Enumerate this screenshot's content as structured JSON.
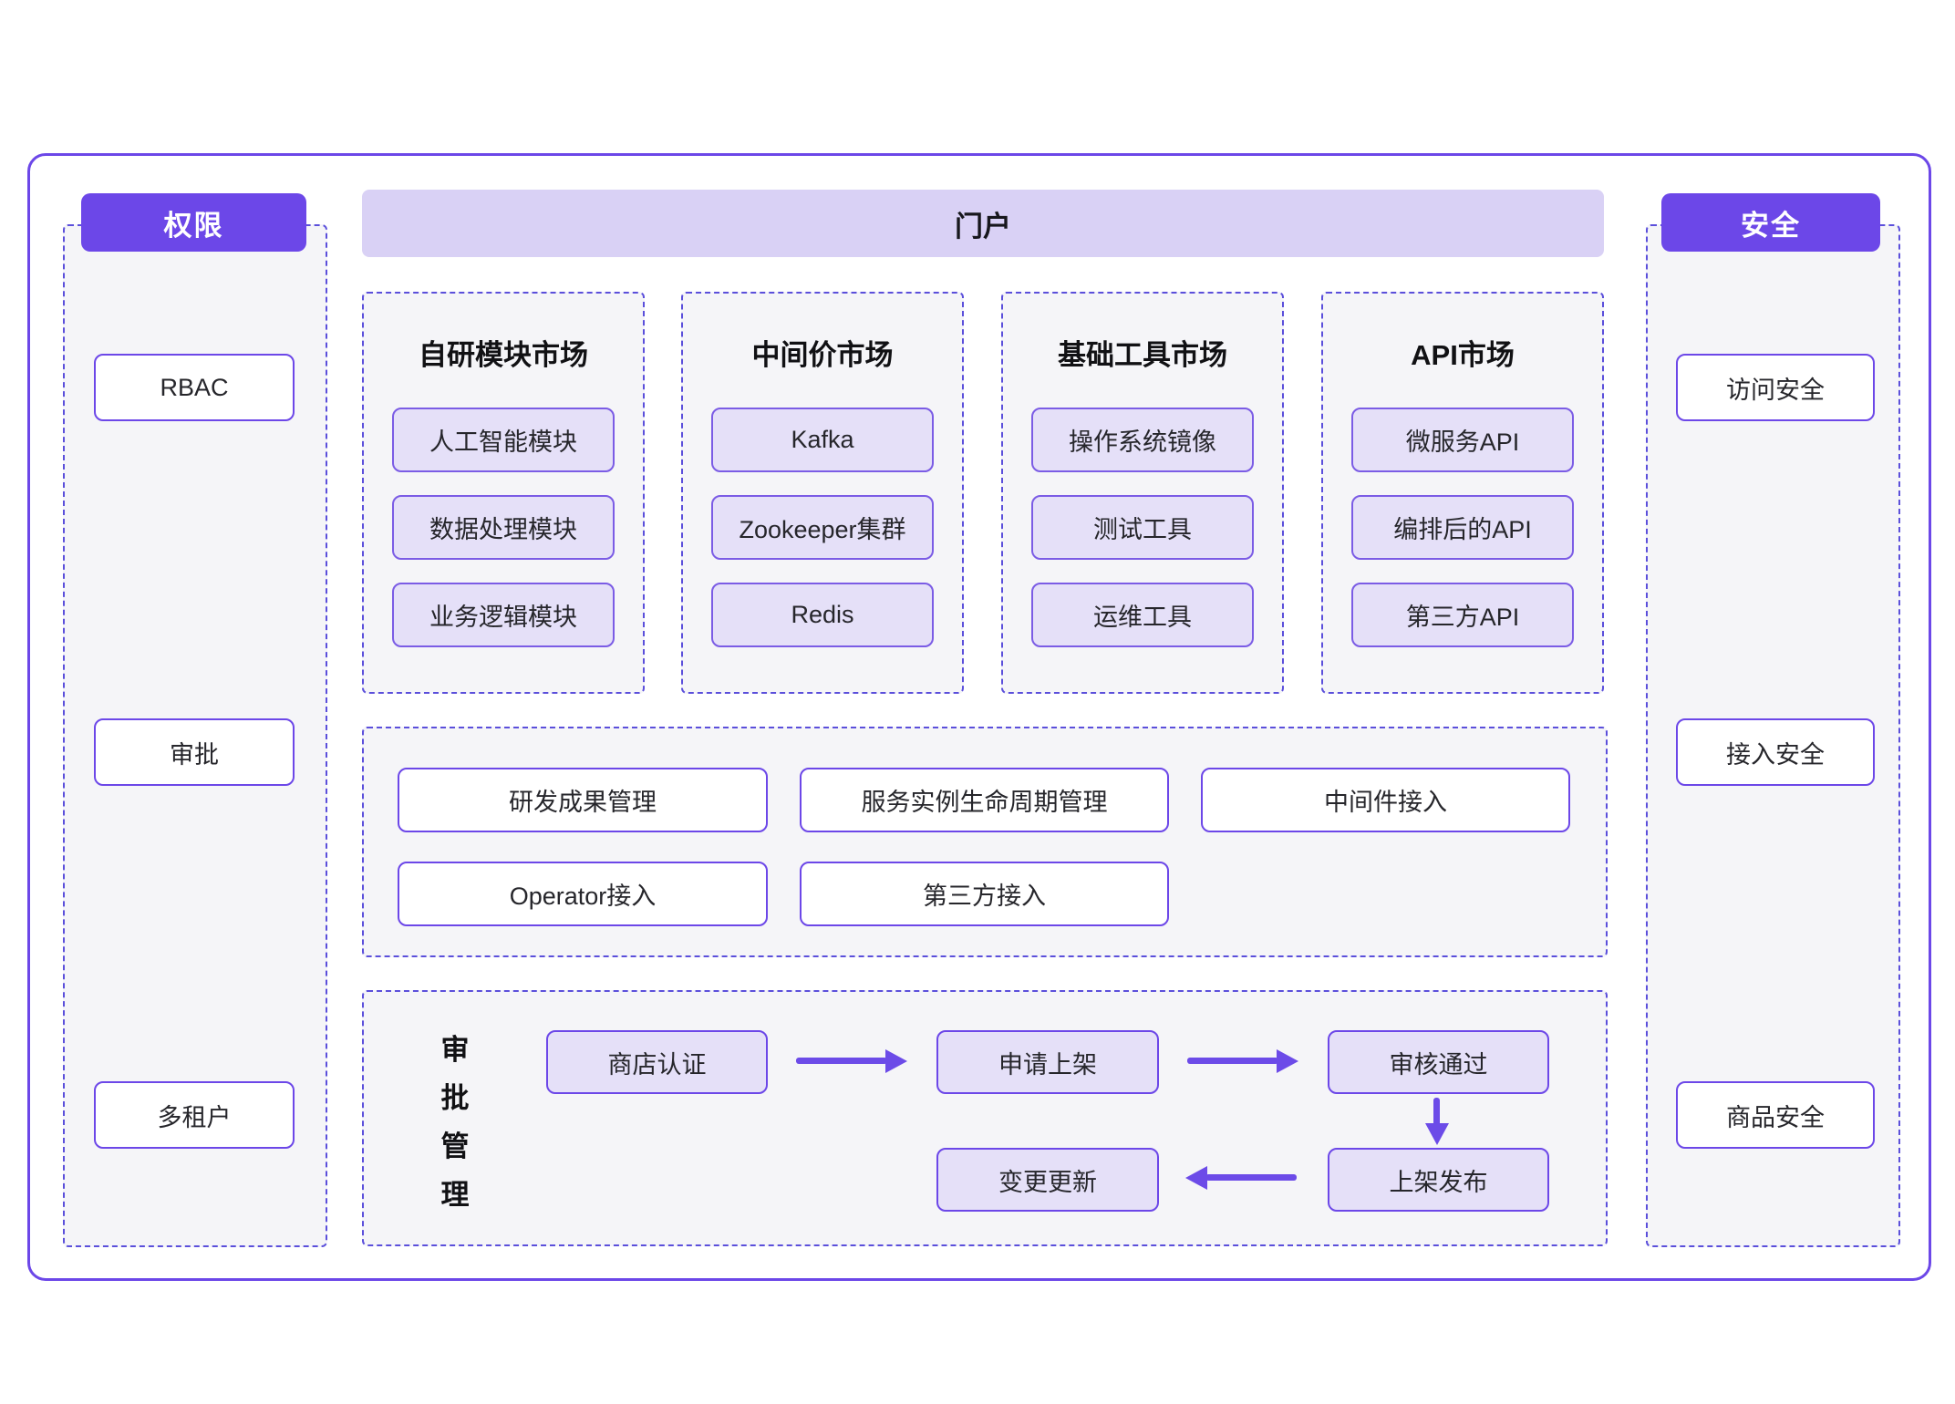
{
  "colors": {
    "accent_purple": "#6c47e8",
    "dashed_border": "#5b4fdb",
    "chip_fill": "#e5e0f8",
    "chip_border": "#7b5ce5",
    "portal_bar_fill": "#d9d1f5",
    "panel_bg": "#f5f5f8",
    "arrow": "#6c4be8",
    "text_dark": "#1b1b1f"
  },
  "permissions_panel": {
    "header": "权限",
    "items": [
      "RBAC",
      "审批",
      "多租户"
    ]
  },
  "portal": {
    "header": "门户"
  },
  "markets": [
    {
      "title": "自研模块市场",
      "items": [
        "人工智能模块",
        "数据处理模块",
        "业务逻辑模块"
      ]
    },
    {
      "title": "中间价市场",
      "items": [
        "Kafka",
        "Zookeeper集群",
        "Redis"
      ]
    },
    {
      "title": "基础工具市场",
      "items": [
        "操作系统镜像",
        "测试工具",
        "运维工具"
      ]
    },
    {
      "title": "API市场",
      "items": [
        "微服务API",
        "编排后的API",
        "第三方API"
      ]
    }
  ],
  "management": {
    "row1": [
      "研发成果管理",
      "服务实例生命周期管理",
      "中间件接入"
    ],
    "row2": [
      "Operator接入",
      "第三方接入"
    ]
  },
  "approval": {
    "label": "审批管理",
    "label_chars": [
      "审",
      "批",
      "管",
      "理"
    ],
    "steps": [
      "商店认证",
      "申请上架",
      "审核通过",
      "上架发布",
      "变更更新"
    ]
  },
  "security_panel": {
    "header": "安全",
    "items": [
      "访问安全",
      "接入安全",
      "商品安全"
    ]
  }
}
